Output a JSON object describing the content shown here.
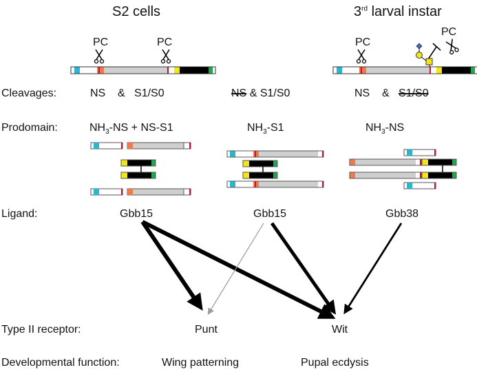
{
  "headers": {
    "left": "S2 cells",
    "right_num": "3",
    "right_sup": "rd",
    "right_rest": " larval instar"
  },
  "enzyme": {
    "pc": "PC"
  },
  "rows": {
    "cleavages": "Cleavages:",
    "prodomain": "Prodomain:",
    "ligand": "Ligand:",
    "receptor": "Type II receptor:",
    "function": "Developmental function:"
  },
  "cleavages": {
    "s2": {
      "a": "NS",
      "amp": "&",
      "b": "S1/S0"
    },
    "mid": {
      "a": "NS",
      "amp": "&",
      "b": "S1/S0"
    },
    "larval": {
      "a": "NS",
      "amp": "&",
      "b": "S1/S0"
    }
  },
  "prodomains": {
    "s2": {
      "p1": "NH",
      "p1sub": "3",
      "p2": "-NS + NS-S1"
    },
    "mid": {
      "p1": "NH",
      "p1sub": "3",
      "p2": "-S1"
    },
    "larval": {
      "p1": "NH",
      "p1sub": "3",
      "p2": "-NS"
    }
  },
  "ligands": [
    "Gbb15",
    "Gbb15",
    "Gbb38"
  ],
  "receptors": [
    "Punt",
    "Wit"
  ],
  "functions": [
    "Wing patterning",
    "Pupal ecdysis"
  ],
  "colors": {
    "cyan": "#2bb6cf",
    "orange": "#f07a4a",
    "gray": "#cfcfcf",
    "yellow": "#f2e619",
    "green": "#1fa84f",
    "black": "#000000",
    "red": "#c8102e",
    "blue": "#4a66c9"
  }
}
